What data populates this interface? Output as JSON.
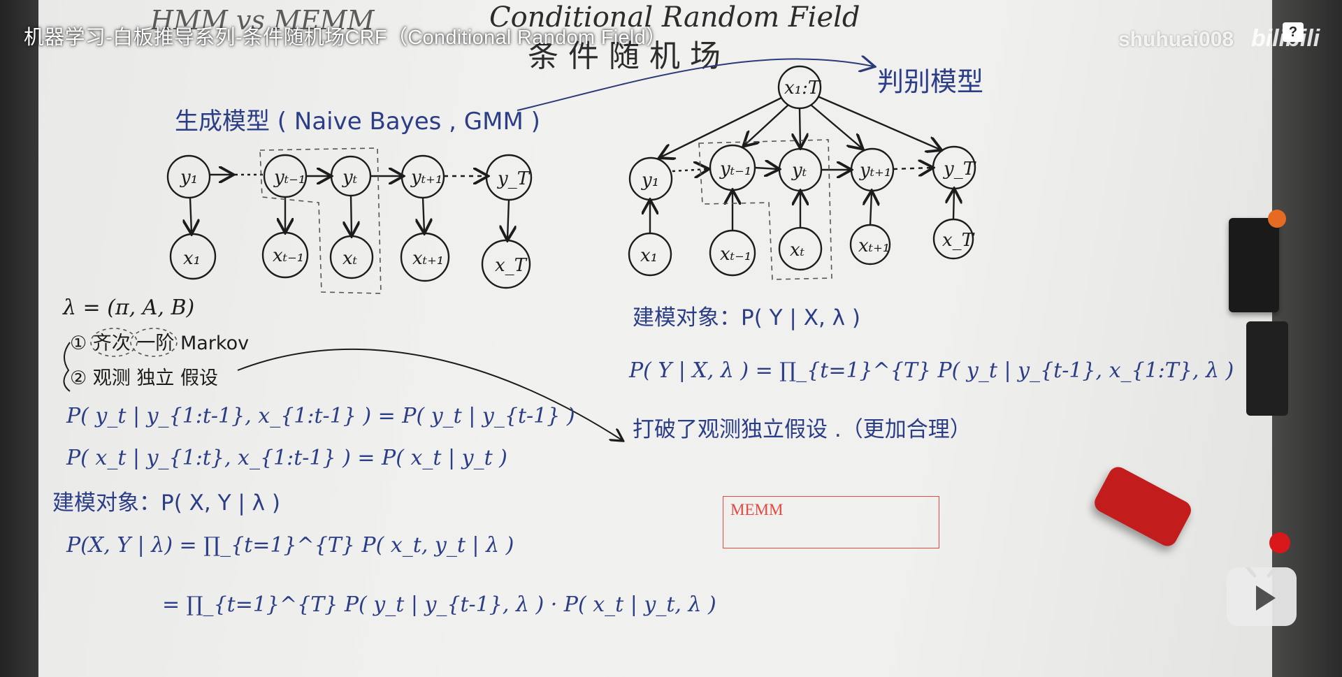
{
  "video": {
    "title": "机器学习-白板推导系列-条件随机场CRF（Conditional Random Field）",
    "uploader_watermark": "shuhuai008",
    "platform_logo": "bilibili",
    "help_label": "?"
  },
  "overlay_note": {
    "text": "MEMM"
  },
  "whiteboard": {
    "header_struck": "HMM vs MEMM",
    "header_en": "Conditional  Random  Field",
    "header_cn": "条 件 随 机 场",
    "generative_label": "生成模型 ( Naive Bayes , GMM )",
    "discriminative_label": "判别模型",
    "hmm_nodes_y": [
      "y₁",
      "y_{t-1}",
      "y_t",
      "y_{t+1}",
      "y_T"
    ],
    "hmm_nodes_x": [
      "x₁",
      "x_{t-1}",
      "x_t",
      "x_{t+1}",
      "x_T"
    ],
    "memm_top": "x_{1:T}",
    "memm_nodes_y": [
      "y₁",
      "y_{t-1}",
      "y_t",
      "y_{t+1}",
      "y_T"
    ],
    "memm_nodes_x": [
      "x₁",
      "x_{t-1}",
      "x_t",
      "x_{t+1}",
      "x_T"
    ],
    "lambda_def": "λ = (π, A, B)",
    "assume1": "① 齐次 一阶 Markov",
    "assume2": "② 观测 独立 假设",
    "eq1": "P( y_t | y_{1:t-1}, x_{1:t-1} ) = P( y_t | y_{t-1} )",
    "eq2": "P( x_t | y_{1:t}, x_{1:t-1} ) = P( x_t | y_t )",
    "model_obj_left": "建模对象：P( X, Y | λ )",
    "joint_eq": "P(X, Y | λ) = ∏_{t=1}^{T} P( x_t, y_t | λ )",
    "joint_eq2": "= ∏_{t=1}^{T} P( y_t | y_{t-1}, λ ) · P( x_t | y_t, λ )",
    "model_obj_right": "建模对象：P( Y | X, λ )",
    "cond_eq": "P( Y | X, λ ) = ∏_{t=1}^{T} P( y_t | y_{t-1}, x_{1:T}, λ )",
    "break_note": "打破了观测独立假设 .（更加合理）"
  }
}
